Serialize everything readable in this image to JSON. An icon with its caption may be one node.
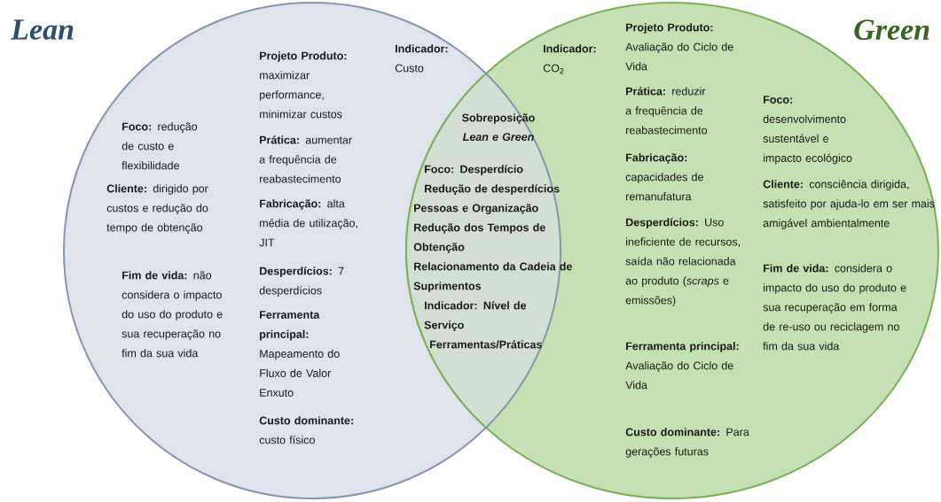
{
  "diagram": {
    "nodes": [
      {
        "text": [
          "Lean",
          "**Foco:** redução de custo e flexibilidade",
          "**Cliente:** dirigido por custos e redução do tempo de obtenção",
          "**Fim de vida:** não considera o impacto do uso do produto e sua recuperação no fim da sua vida",
          "**Projeto Produto:** maximizar performance, minimizar custos",
          "**Prática:** aumentar a frequência de reabastecimento",
          "**Fabricação:** alta média de utilização, JIT",
          "**Desperdícios:** 7 desperdícios",
          "**Ferramenta principal:** Mapeamento do Fluxo de Valor Enxuto",
          "**Custo dominante:** custo físico",
          "**Indicador:** Custo"
        ]
      },
      {
        "text": [
          "Green",
          "**Indicador:** CO$_{2}$",
          "**Projeto Produto:** Avaliação do Ciclo de Vida",
          "**Prática:** reduzir a frequência de reabastecimento",
          "**Fabricação:** capacidades de remanufatura",
          "**Desperdícios:** Uso ineficiente de recursos, saída não relacionada ao produto (*scraps* e emissões)",
          "**Ferramenta principal:** Avaliação do Ciclo de Vida",
          "**Custo dominante:** Para gerações futuras",
          "**Foco:** desenvolvimento sustentável e impacto ecológico",
          "**Cliente:** consciência dirigida, satisfeito por ajuda-lo em ser mais amigável ambientalmente",
          "**Fim de vida:** considera o impacto do uso do produto e sua recuperação em forma de re-uso ou reciclagem no fim da sua vida"
        ]
      },
      {
        "text": [
          "Sobreposição",
          "Lean e Green",
          "Foco: Desperdício",
          "Redução de desperdícios",
          "Pessoas e Organização",
          "Redução dos Tempos de Obtenção",
          "Relacionamento da Cadeia de Suprimentos",
          "Indicador: Nível de Serviço",
          "Ferramentas/Práticas"
        ]
      }
    ]
  }
}
